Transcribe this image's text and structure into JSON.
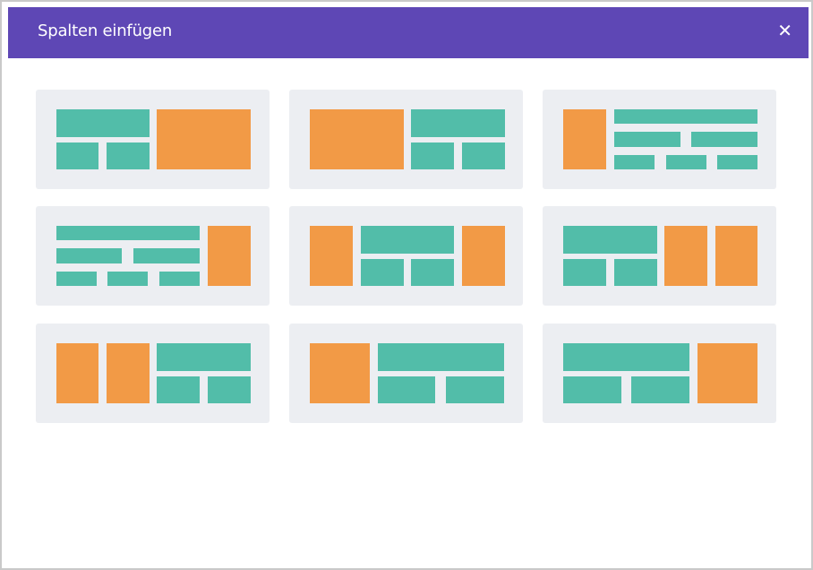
{
  "dialog": {
    "title": "Spalten einfügen",
    "close_glyph": "✕",
    "close_icon": "close-icon"
  },
  "colors": {
    "header": "#5e47b5",
    "module": "#52bda9",
    "column": "#f29a46",
    "card": "#eceef2"
  },
  "layouts": [
    {
      "name": "layout-rows-left-column-right"
    },
    {
      "name": "layout-column-left-rows-right"
    },
    {
      "name": "layout-column-left-three-rows-right"
    },
    {
      "name": "layout-three-rows-left-column-right"
    },
    {
      "name": "layout-column-rows-column"
    },
    {
      "name": "layout-rows-left-two-columns-right"
    },
    {
      "name": "layout-two-columns-left-rows-right"
    },
    {
      "name": "layout-wide-column-left-rows-right"
    },
    {
      "name": "layout-rows-left-wide-column-right"
    }
  ]
}
